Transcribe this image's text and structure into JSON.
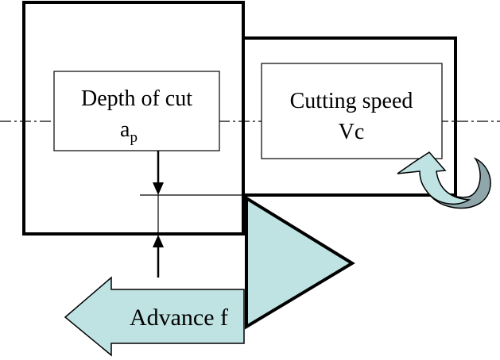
{
  "depth_box": {
    "title": "Depth of cut",
    "symbol": "a",
    "subscript": "p"
  },
  "speed_box": {
    "title": "Cutting speed",
    "symbol": "Vc"
  },
  "advance": {
    "label": "Advance f"
  },
  "colors": {
    "stroke": "#000000",
    "fill_light": "#bfe3e3",
    "rotation_arrow_dark": "#8fa7aa",
    "background": "#ffffff"
  }
}
